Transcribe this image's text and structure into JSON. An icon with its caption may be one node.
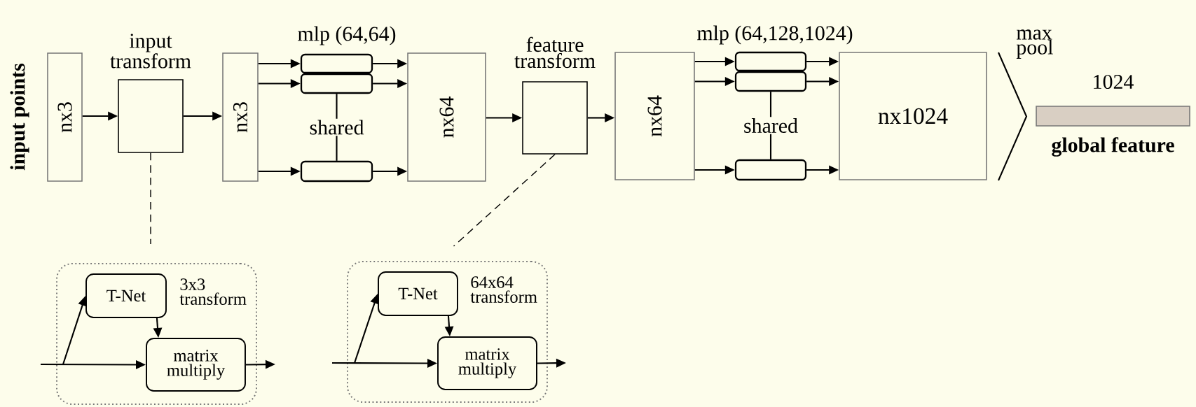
{
  "diagram": {
    "nodes": [
      {
        "text": [
          "nx3"
        ]
      },
      {
        "text": [
          "input transform"
        ]
      },
      {
        "text": [
          "nx3"
        ]
      },
      {
        "text": [],
        "shape": "box"
      },
      {
        "text": [],
        "shape": "box"
      },
      {
        "text": [],
        "shape": "box"
      },
      {
        "text": [
          "nx64"
        ]
      },
      {
        "text": [
          "feature transform"
        ]
      },
      {
        "text": [
          "nx64"
        ]
      },
      {
        "text": [],
        "shape": "box"
      },
      {
        "text": [],
        "shape": "box"
      },
      {
        "text": [],
        "shape": "box"
      },
      {
        "text": [
          "nx1024"
        ]
      },
      {
        "text": [
          "max pool"
        ]
      },
      {
        "text": [
          "1024",
          "global feature"
        ]
      },
      {
        "text": [],
        "shape": "box"
      },
      {
        "text": [
          "T-Net"
        ],
        "in": 15,
        "beside": [
          "3x3 transform"
        ]
      },
      {
        "text": [
          "matrix multiply"
        ],
        "in": 15
      },
      {
        "text": [],
        "shape": "box"
      },
      {
        "text": [
          "T-Net"
        ],
        "in": 18,
        "beside": [
          "64x64 transform"
        ]
      },
      {
        "text": [
          "matrix multiply"
        ],
        "in": 18
      }
    ],
    "edges": [
      {
        "from": 0,
        "to": 1,
        "arrow": "to"
      },
      {
        "from": 1,
        "to": 2,
        "arrow": "to"
      },
      {
        "from": 2,
        "to": 3,
        "arrow": "to"
      },
      {
        "from": 2,
        "to": 4,
        "arrow": "to"
      },
      {
        "from": 2,
        "to": 5,
        "arrow": "to"
      },
      {
        "from": 3,
        "to": 6,
        "arrow": "to"
      },
      {
        "from": 4,
        "to": 6,
        "arrow": "to"
      },
      {
        "from": 5,
        "to": 6,
        "arrow": "to"
      },
      {
        "from": 4,
        "to": 5,
        "arrow": "none",
        "label": "shared"
      },
      {
        "from": 6,
        "to": 7,
        "arrow": "to"
      },
      {
        "from": 7,
        "to": 8,
        "arrow": "to"
      },
      {
        "from": 8,
        "to": 9,
        "arrow": "to"
      },
      {
        "from": 8,
        "to": 10,
        "arrow": "to"
      },
      {
        "from": 8,
        "to": 11,
        "arrow": "to"
      },
      {
        "from": 9,
        "to": 12,
        "arrow": "to"
      },
      {
        "from": 10,
        "to": 12,
        "arrow": "to"
      },
      {
        "from": 11,
        "to": 12,
        "arrow": "to"
      },
      {
        "from": 10,
        "to": 11,
        "arrow": "none",
        "label": "shared"
      },
      {
        "from": 1,
        "to": 15,
        "arrow": "none",
        "style": "dashed"
      },
      {
        "from": null,
        "to": 17,
        "arrow": "to"
      },
      {
        "from": null,
        "to": 16,
        "arrow": "to"
      },
      {
        "from": 16,
        "to": 17,
        "arrow": "to"
      },
      {
        "from": 17,
        "to": null,
        "arrow": "to"
      },
      {
        "from": 7,
        "to": 18,
        "arrow": "none",
        "style": "dashed"
      },
      {
        "from": null,
        "to": 20,
        "arrow": "to"
      },
      {
        "from": null,
        "to": 19,
        "arrow": "to"
      },
      {
        "from": 19,
        "to": 20,
        "arrow": "to"
      },
      {
        "from": 20,
        "to": null,
        "arrow": "to"
      }
    ],
    "labels": [
      "input points",
      "mlp (64,64)",
      "mlp (64,128,1024)"
    ]
  }
}
